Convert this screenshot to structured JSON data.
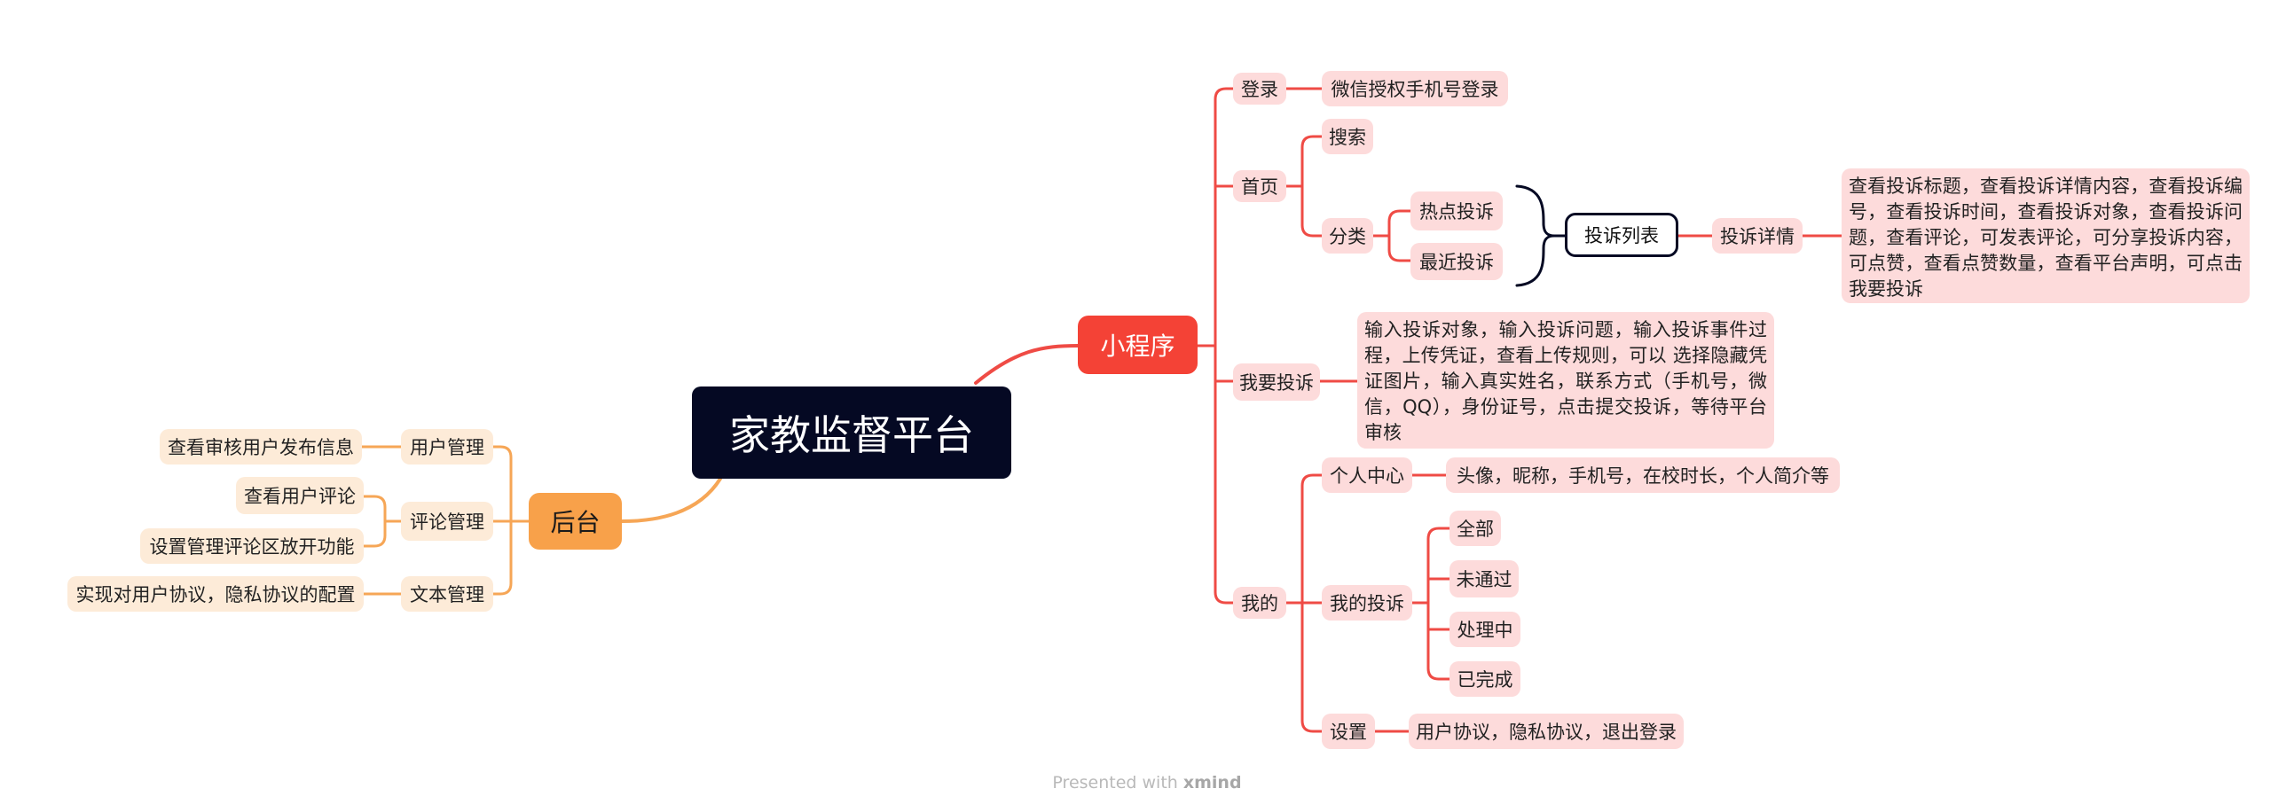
{
  "root": "家教监督平台",
  "miniprogram": {
    "label": "小程序",
    "login": {
      "label": "登录",
      "detail": "微信授权手机号登录"
    },
    "home": {
      "label": "首页",
      "search": "搜索",
      "category": {
        "label": "分类",
        "hot": "热点投诉",
        "recent": "最近投诉",
        "list": "投诉列表",
        "detail_label": "投诉详情",
        "detail_text": "查看投诉标题，查看投诉详情内容，查看投诉编号，查看投诉时间，查看投诉对象，查看投诉问题，查看评论，可发表评论，可分享投诉内容，可点赞，查看点赞数量，查看平台声明，可点击我要投诉"
      }
    },
    "complain": {
      "label": "我要投诉",
      "detail": "输入投诉对象，输入投诉问题，输入投诉事件过程，上传凭证，查看上传规则，可以 选择隐藏凭证图片，输入真实姓名，联系方式（手机号，微信，QQ），身份证号，点击提交投诉，等待平台审核"
    },
    "mine": {
      "label": "我的",
      "profile": {
        "label": "个人中心",
        "detail": "头像，昵称，手机号，在校时长，个人简介等"
      },
      "my_complaints": {
        "label": "我的投诉",
        "all": "全部",
        "rejected": "未通过",
        "processing": "处理中",
        "done": "已完成"
      },
      "settings": {
        "label": "设置",
        "detail": "用户协议，隐私协议，退出登录"
      }
    }
  },
  "backend": {
    "label": "后台",
    "user_mgmt": {
      "label": "用户管理",
      "detail": "查看审核用户发布信息"
    },
    "comment_mgmt": {
      "label": "评论管理",
      "detail1": "查看用户评论",
      "detail2": "设置管理评论区放开功能"
    },
    "text_mgmt": {
      "label": "文本管理",
      "detail": "实现对用户协议，隐私协议的配置"
    }
  },
  "footer": {
    "prefix": "Presented with",
    "brand": "xmind"
  },
  "colors": {
    "root": "#050923",
    "red_main": "#f44236",
    "red_line": "#ef4b45",
    "red_fill": "#fddbdb",
    "orange_main": "#f8a14a",
    "orange_line": "#f6a656",
    "orange_fill": "#fdebd8"
  }
}
